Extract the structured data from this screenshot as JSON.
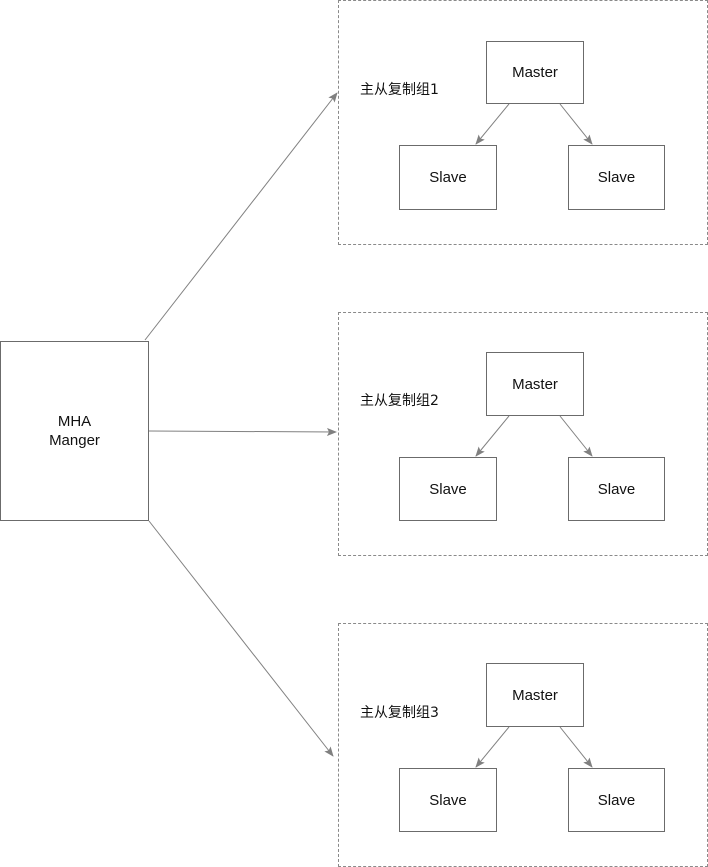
{
  "manager": {
    "line1": "MHA",
    "line2": "Manger"
  },
  "groups": [
    {
      "label": "主从复制组1",
      "master": "Master",
      "slave_left": "Slave",
      "slave_right": "Slave"
    },
    {
      "label": "主从复制组2",
      "master": "Master",
      "slave_left": "Slave",
      "slave_right": "Slave"
    },
    {
      "label": "主从复制组3",
      "master": "Master",
      "slave_left": "Slave",
      "slave_right": "Slave"
    }
  ],
  "colors": {
    "edge": "#808080",
    "box_border": "#6b6b6b",
    "group_border": "#8a8a8a"
  }
}
